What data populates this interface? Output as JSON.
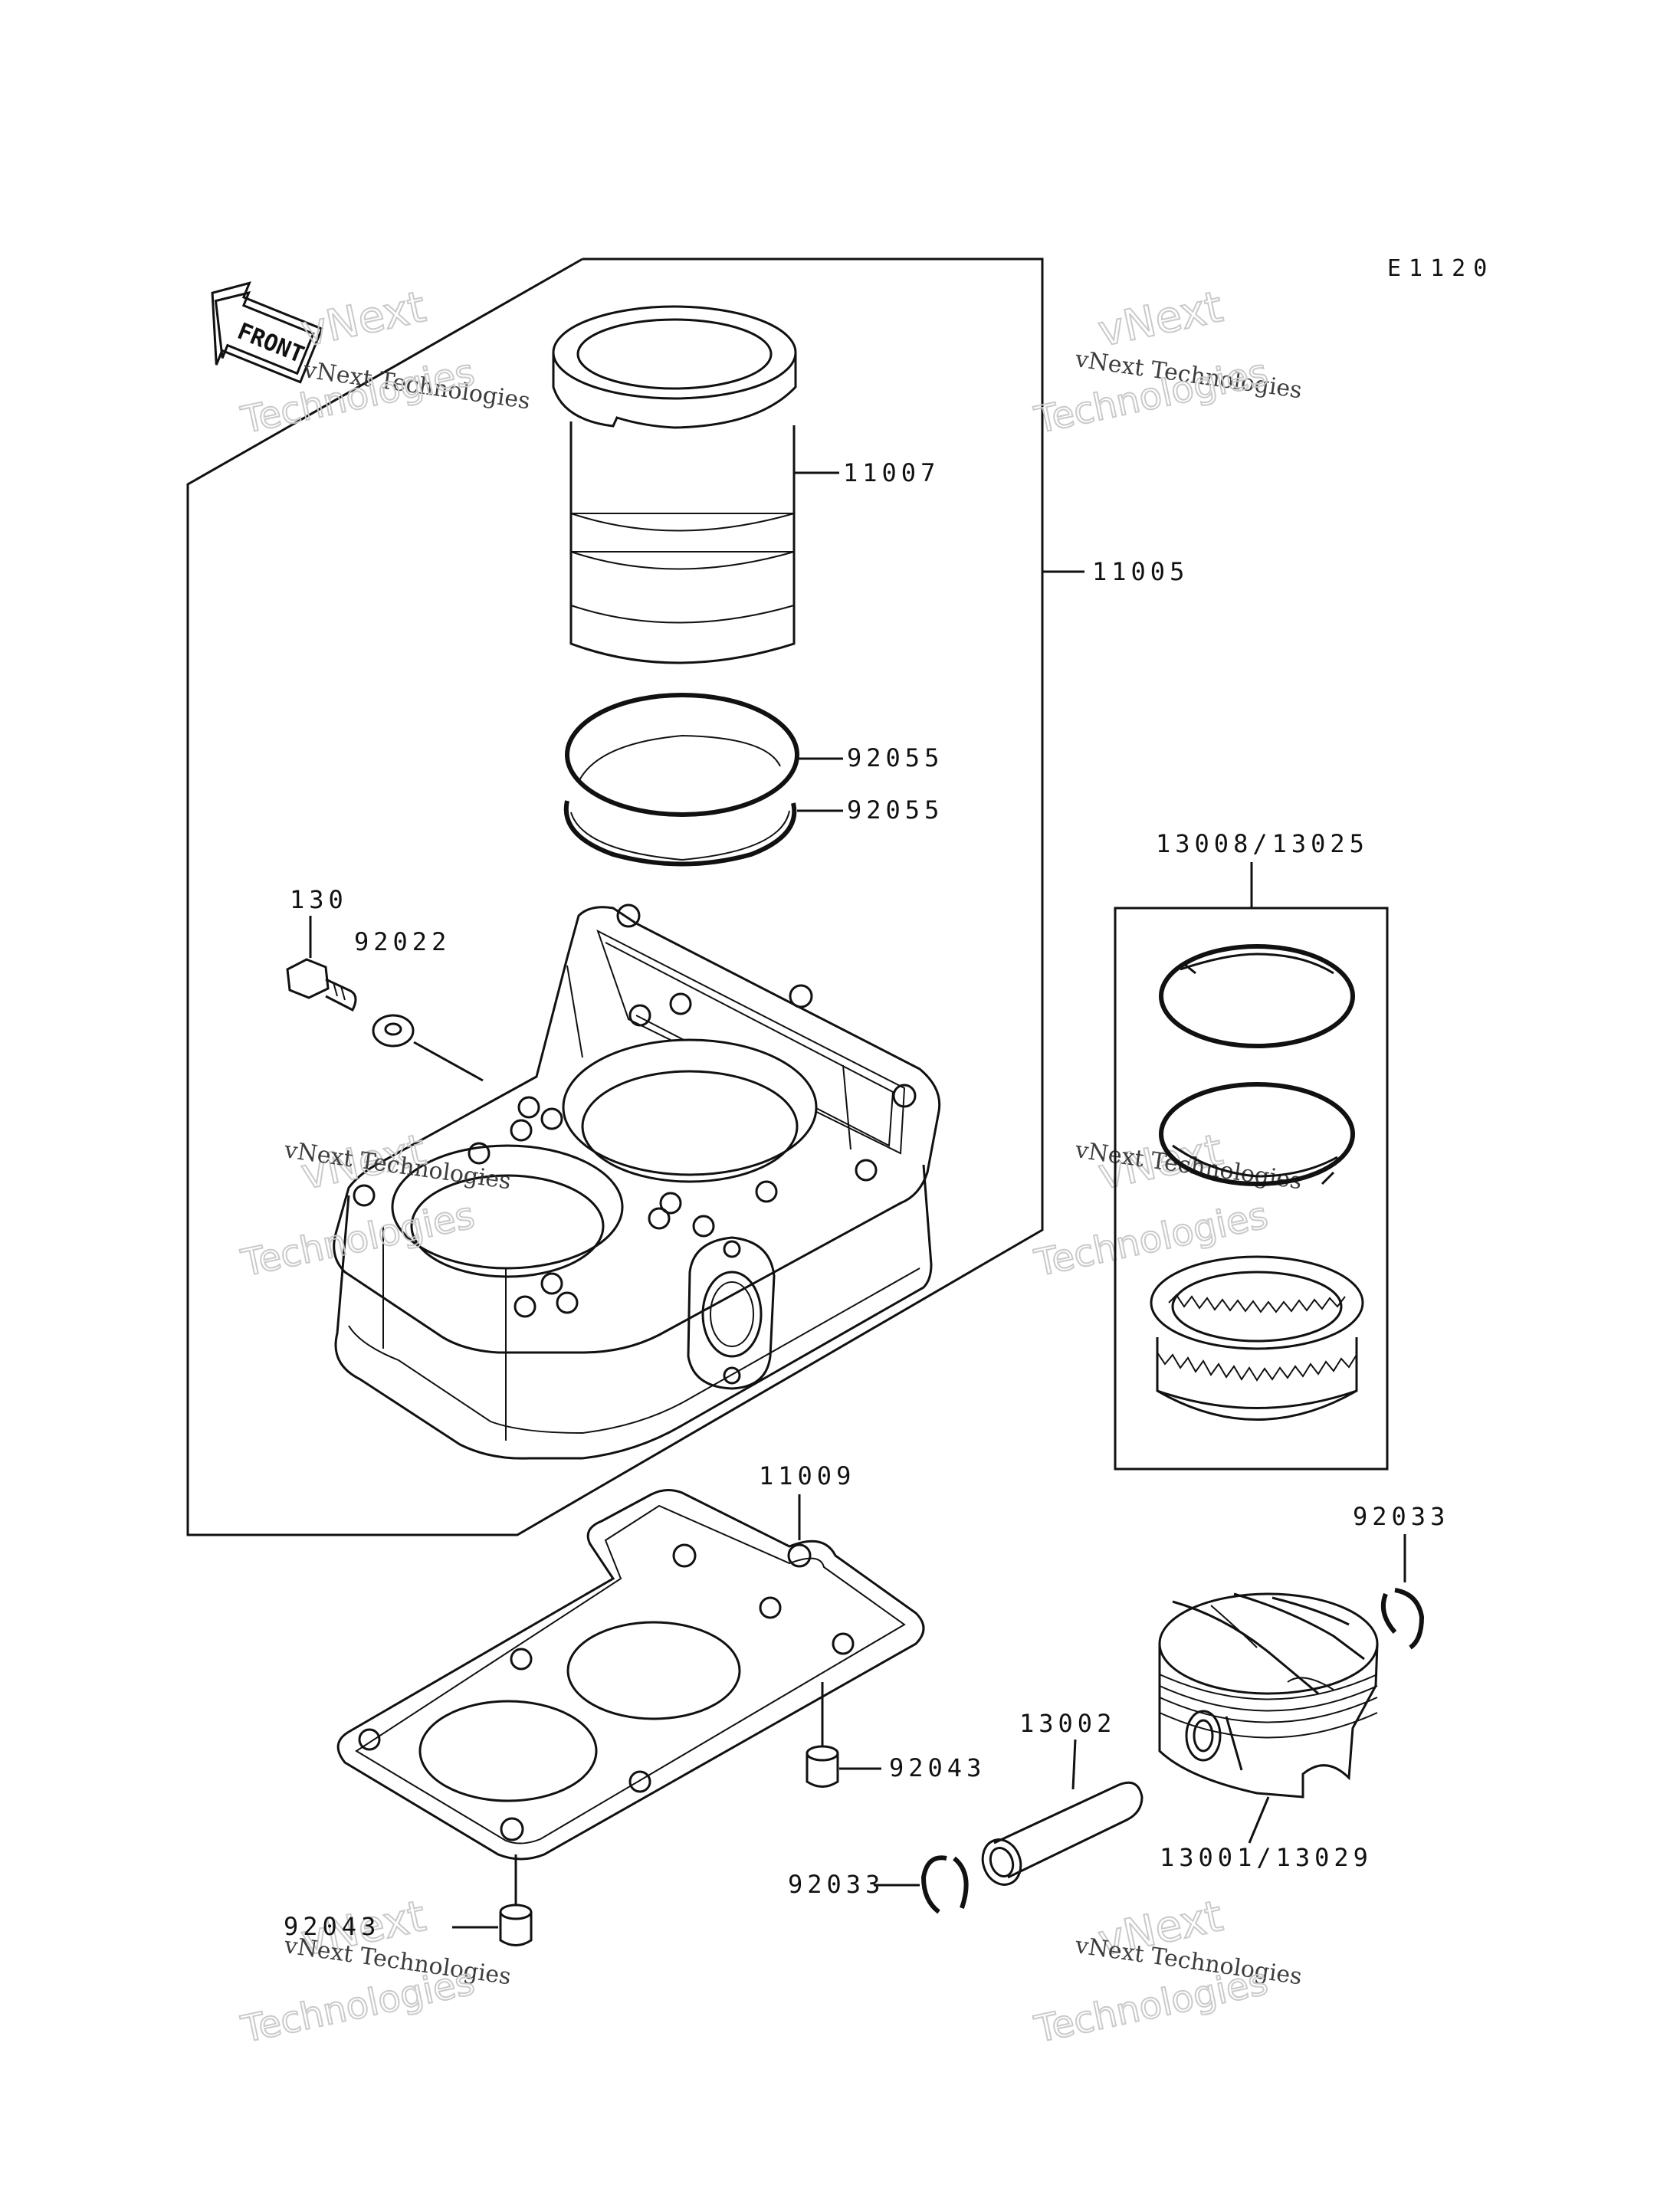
{
  "diagram": {
    "reference_code": "E1120",
    "front_arrow_label": "FRONT",
    "watermark": {
      "line_small": "vNext Technologies",
      "line_top": "vNext",
      "line_bottom": "Technologies"
    },
    "part_labels": {
      "cylinder_liner": "11007",
      "cylinder_assembly": "11005",
      "ring_upper": "92055",
      "ring_lower": "92055",
      "bolt": "130",
      "washer": "92022",
      "piston_ring_set": "13008/13025",
      "base_gasket": "11009",
      "dowel_upper": "92043",
      "dowel_lower": "92043",
      "circlip_right": "92033",
      "piston_pin": "13002",
      "circlip_left": "92033",
      "piston": "13001/13029"
    }
  }
}
